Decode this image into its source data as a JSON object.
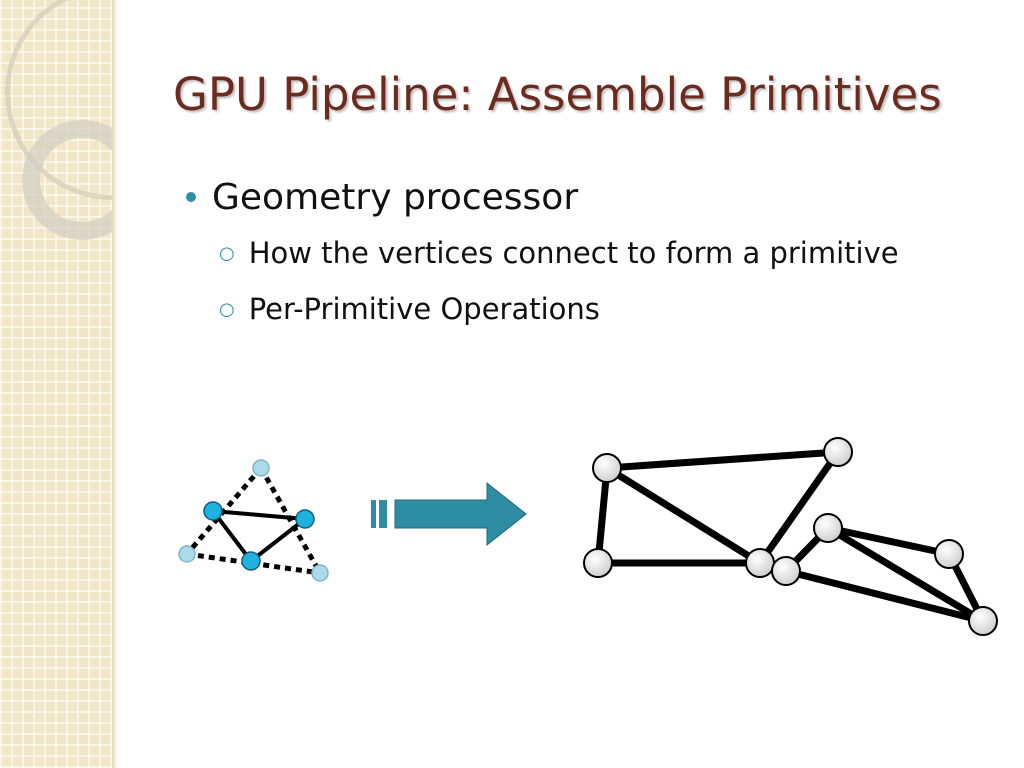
{
  "slide": {
    "title": "GPU Pipeline: Assemble Primitives",
    "bullet_main": "Geometry processor",
    "sub_bullets": [
      "How the vertices connect to form a primitive",
      "Per-Primitive Operations"
    ]
  },
  "colors": {
    "title": "#6b2b1e",
    "accent": "#2e8ea3",
    "vertex_blue": "#1fb2e0",
    "arrow": "#2f8da3",
    "side_band": "#f1e6c6"
  }
}
